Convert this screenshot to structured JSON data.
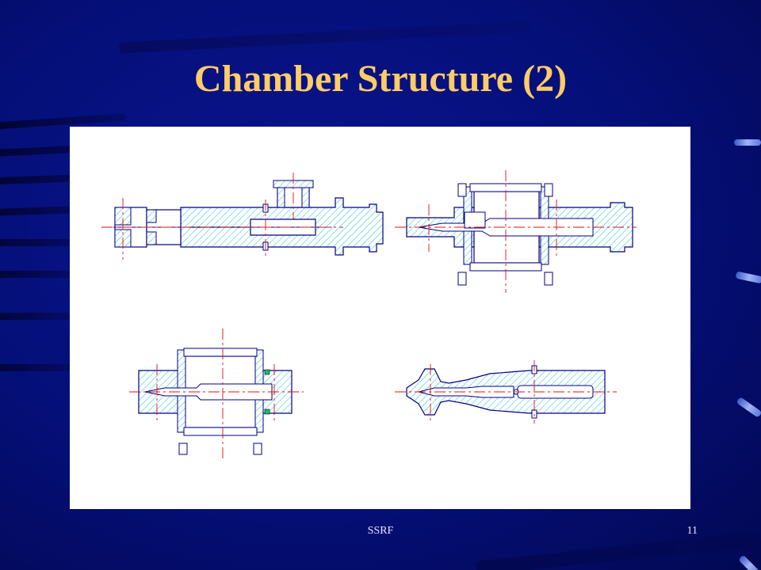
{
  "slide": {
    "title": "Chamber Structure (2)",
    "footer": "SSRF",
    "page_number": "11"
  },
  "colors": {
    "background": "#050f78",
    "title": "#ffcc66",
    "footer_text": "#e6e6ff",
    "drawing_outline": "#000080",
    "hatch": "#40c8d8",
    "center_line": "#e01010",
    "highlight": "#20c040",
    "panel": "#ffffff"
  },
  "diagram": {
    "type": "engineering cross-section drawings",
    "views": [
      {
        "id": "top-left"
      },
      {
        "id": "top-right"
      },
      {
        "id": "bottom-left"
      },
      {
        "id": "bottom-right"
      }
    ]
  }
}
